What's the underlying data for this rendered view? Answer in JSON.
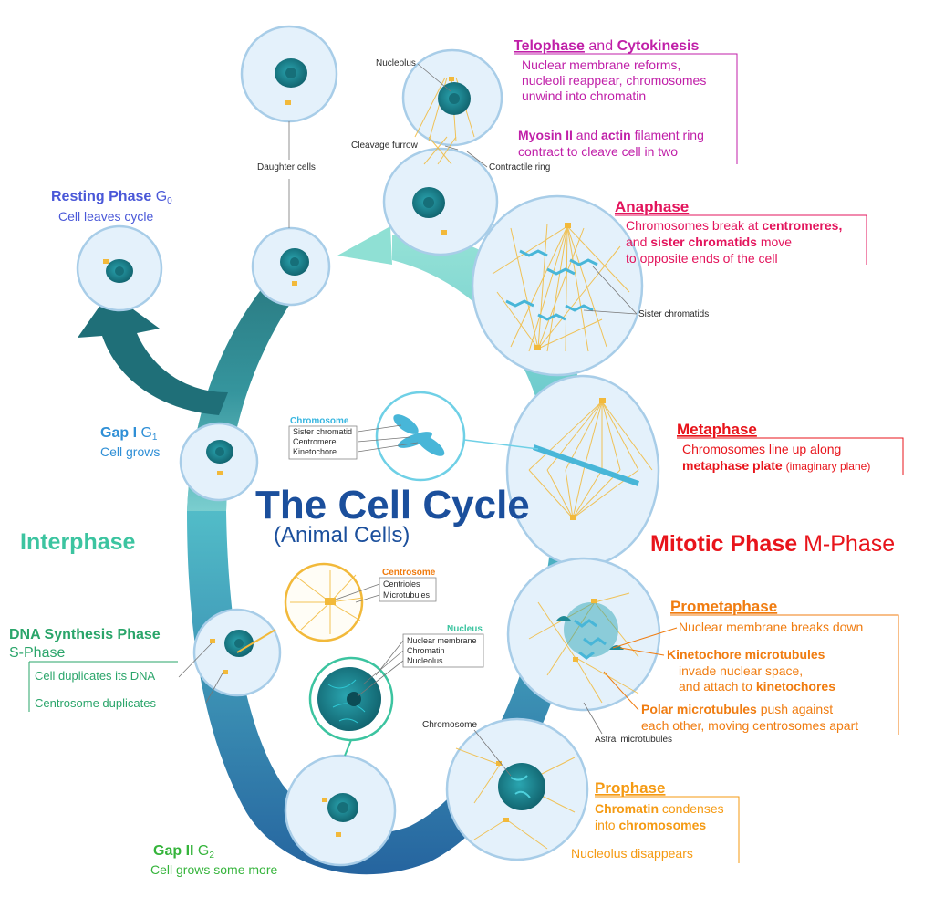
{
  "title": "The Cell Cycle",
  "subtitle": "(Animal Cells)",
  "phases": {
    "interphase": "Interphase",
    "mitotic_bold": "Mitotic Phase",
    "mitotic_rest": "M-Phase"
  },
  "resting": {
    "name": "Resting Phase",
    "symbol": "G",
    "sub": "0",
    "desc": "Cell leaves cycle"
  },
  "gap1": {
    "name": "Gap I",
    "symbol": "G",
    "sub": "1",
    "desc": "Cell grows"
  },
  "synthesis": {
    "name": "DNA Synthesis Phase",
    "alt": "S-Phase",
    "line1": "Cell duplicates its DNA",
    "line2": "Centrosome duplicates"
  },
  "gap2": {
    "name": "Gap II",
    "symbol": "G",
    "sub": "2",
    "desc": "Cell grows some more"
  },
  "telophase": {
    "title_a": "Telophase",
    "title_and": "and",
    "title_b": "Cytokinesis",
    "line1": "Nuclear membrane reforms,",
    "line2": "nucleoli reappear, chromosomes",
    "line3": "unwind into chromatin",
    "l4_b1": "Myosin II",
    "l4_mid": "and",
    "l4_b2": "actin",
    "l4_rest": "filament ring",
    "line5": "contract to cleave cell in two"
  },
  "anaphase": {
    "title": "Anaphase",
    "l1_text": "Chromosomes break at",
    "l1_bold": "centromeres,",
    "l2_text": "and",
    "l2_bold": "sister chromatids",
    "l2_rest": "move",
    "line3": "to opposite ends of the cell"
  },
  "metaphase": {
    "title": "Metaphase",
    "line1": "Chromosomes line up along",
    "l2_bold": "metaphase plate",
    "l2_rest": "(imaginary plane)"
  },
  "prometaphase": {
    "title": "Prometaphase",
    "line1": "Nuclear membrane breaks down",
    "l2_bold": "Kinetochore microtubules",
    "line3": "invade nuclear space,",
    "l4_text": "and attach to",
    "l4_bold": "kinetochores",
    "l5_bold": "Polar microtubules",
    "l5_rest": "push against",
    "line6": "each other, moving centrosomes apart"
  },
  "prophase": {
    "title": "Prophase",
    "l1_bold": "Chromatin",
    "l1_rest": "condenses",
    "l2_text": "into",
    "l2_bold": "chromosomes",
    "line3": "Nucleolus disappears"
  },
  "labels": {
    "nucleolus": "Nucleolus",
    "cleavage_furrow": "Cleavage furrow",
    "contractile_ring": "Contractile ring",
    "daughter_cells": "Daughter cells",
    "sister_chromatids": "Sister chromatids",
    "astral_microtubules": "Astral microtubules",
    "chromosome": "Chromosome"
  },
  "legend_chromosome": {
    "title": "Chromosome",
    "items": [
      "Sister chromatid",
      "Centromere",
      "Kinetochore"
    ]
  },
  "legend_centrosome": {
    "title": "Centrosome",
    "items": [
      "Centrioles",
      "Microtubules"
    ]
  },
  "legend_nucleus": {
    "title": "Nucleus",
    "items": [
      "Nuclear membrane",
      "Chromatin",
      "Nucleolus"
    ]
  },
  "colors": {
    "title": "#1b4f9c",
    "interphase": "#3cc4a0",
    "mitotic": "#e8141b",
    "telophase": "#c01fa8",
    "anaphase": "#e3145c",
    "prometaphase": "#f07c10",
    "prophase": "#f59a12",
    "resting": "#4a58d8",
    "gap1": "#2f8fd6",
    "synthesis": "#2aa56a",
    "gap2": "#35b43b"
  }
}
